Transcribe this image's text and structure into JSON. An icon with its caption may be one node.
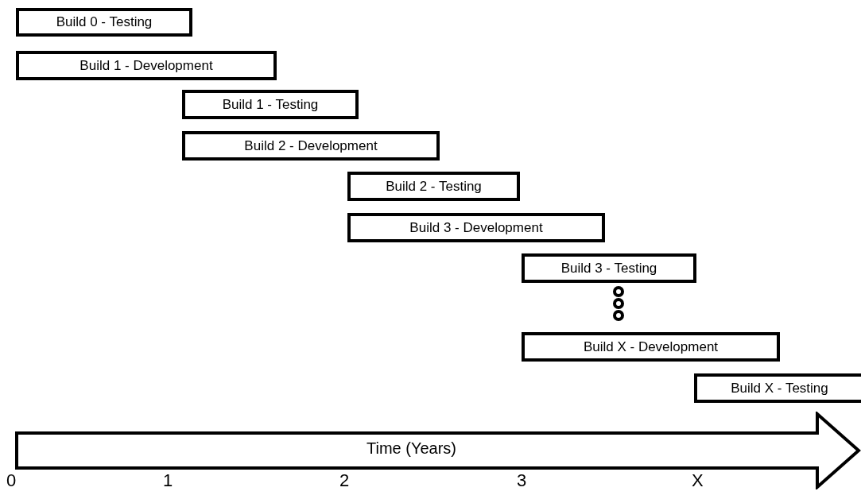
{
  "diagram": {
    "nodes": [
      {
        "text": [
          "Build 0 - Testing"
        ]
      },
      {
        "text": [
          "Build 1 - Development"
        ]
      },
      {
        "text": [
          "Build 1 - Testing"
        ]
      },
      {
        "text": [
          "Build 2 - Development"
        ]
      },
      {
        "text": [
          "Build 2 - Testing"
        ]
      },
      {
        "text": [
          "Build 3 - Development"
        ]
      },
      {
        "text": [
          "Build 3 - Testing"
        ]
      },
      {
        "text": [
          "Build X - Development"
        ]
      },
      {
        "text": [
          "Build X - Testing"
        ]
      },
      {
        "text": [
          "Time (Years)"
        ]
      }
    ],
    "labels": [
      "0",
      "1",
      "2",
      "3",
      "X"
    ]
  }
}
